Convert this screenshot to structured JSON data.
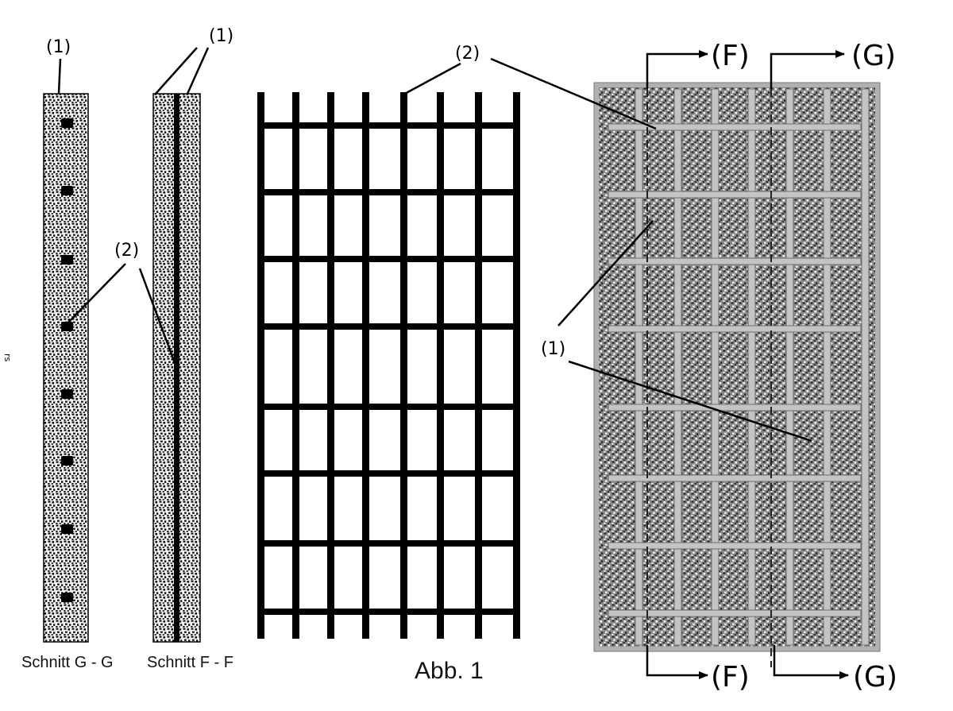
{
  "figure": {
    "title": "Abb. 1",
    "label_concrete": "(1)",
    "label_rebar": "(2)",
    "section_f": "(F)",
    "section_g": "(G)",
    "caption_section_g": "Schnitt G - G",
    "caption_section_f": "Schnitt F - F",
    "margin_mark": "rs"
  },
  "colors": {
    "ink": "#000000",
    "panel_fill": "#8f8f8f",
    "bar_fill": "#b9b9b9",
    "speckle_light": "#efefef"
  }
}
